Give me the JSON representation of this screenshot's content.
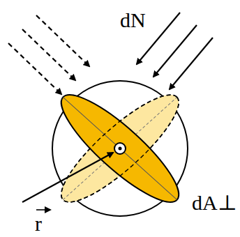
{
  "diagram": {
    "labels": [
      "dN",
      "dA⊥",
      "r"
    ]
  }
}
